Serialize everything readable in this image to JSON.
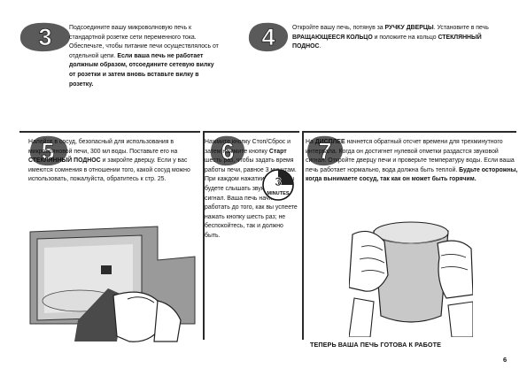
{
  "steps": [
    {
      "number": "3",
      "segments": [
        {
          "t": "Подсоедините вашу микроволновую печь к стандартной розетке сети переменного тока. Обеспечьте, чтобы питание печи осуществлялось от отдельной цепи. ",
          "b": false
        },
        {
          "t": "Если ваша печь не работает должным образом, отсоедините сетевую вилку от розетки и затем вновь вставьте вилку в розетку.",
          "b": true
        }
      ]
    },
    {
      "number": "4",
      "segments": [
        {
          "t": "Откройте вашу печь, потянув за ",
          "b": false
        },
        {
          "t": "РУЧКУ ДВЕРЦЫ",
          "b": true
        },
        {
          "t": ". Установите в печь ",
          "b": false
        },
        {
          "t": "ВРАЩАЮЩЕЕСЯ КОЛЬЦО",
          "b": true
        },
        {
          "t": " и положите на кольцо ",
          "b": false
        },
        {
          "t": "СТЕКЛЯННЫЙ ПОДНОС",
          "b": true
        },
        {
          "t": ".",
          "b": false
        }
      ]
    },
    {
      "number": "5",
      "segments": [
        {
          "t": "Налейте в сосуд, безопасный для использования в микроволновой печи, 300 мл воды. Поставьте его на ",
          "b": false
        },
        {
          "t": "СТЕКЛЯННЫЙ ПОДНОС",
          "b": true
        },
        {
          "t": " и закройте дверцу. Если у вас имеются сомнения в отношении того, какой сосуд можно использовать, пожалуйста, обратитесь к стр. 25.",
          "b": false
        }
      ]
    },
    {
      "number": "6",
      "segments": [
        {
          "t": "Нажмите кнопку Стоп/Сброс и затем нажмите кнопку ",
          "b": false
        },
        {
          "t": "Старт",
          "b": true
        },
        {
          "t": " шесть раз, чтобы задать время работы печи, равное 3 минутам. При каждом нажатии кнопки вы будете слышать звуковой сигнал. Ваша печь начнет работать до того, как вы успеете нажать кнопку шесть раз; не беспокойтесь, так и должно быть.",
          "b": false
        }
      ]
    },
    {
      "number": "7",
      "segments": [
        {
          "t": "На ",
          "b": false
        },
        {
          "t": "ДИСПЛЕЕ",
          "b": true
        },
        {
          "t": " начнется обратный отсчет времени для трехминутного интервала. Когда он достигнет нулевой отметки раздастся звуковой сигнал. Откройте дверцу печи и проверьте температуру воды. Если ваша печь работает нормально, вода должна быть теплой. ",
          "b": false
        },
        {
          "t": "Будьте осторожны, когда вынимаете сосуд, так как он может быть горячим.",
          "b": true
        }
      ]
    }
  ],
  "timer_icon": {
    "number": "3",
    "unit": "MINUTES"
  },
  "footer": "ТЕПЕРЬ ВАША ПЕЧЬ ГОТОВА К РАБОТЕ",
  "page_number": "6",
  "icons": [
    "clock-timer-icon"
  ],
  "colors": {
    "badge_fill": "#5a5a5a",
    "ink": "#111111"
  }
}
